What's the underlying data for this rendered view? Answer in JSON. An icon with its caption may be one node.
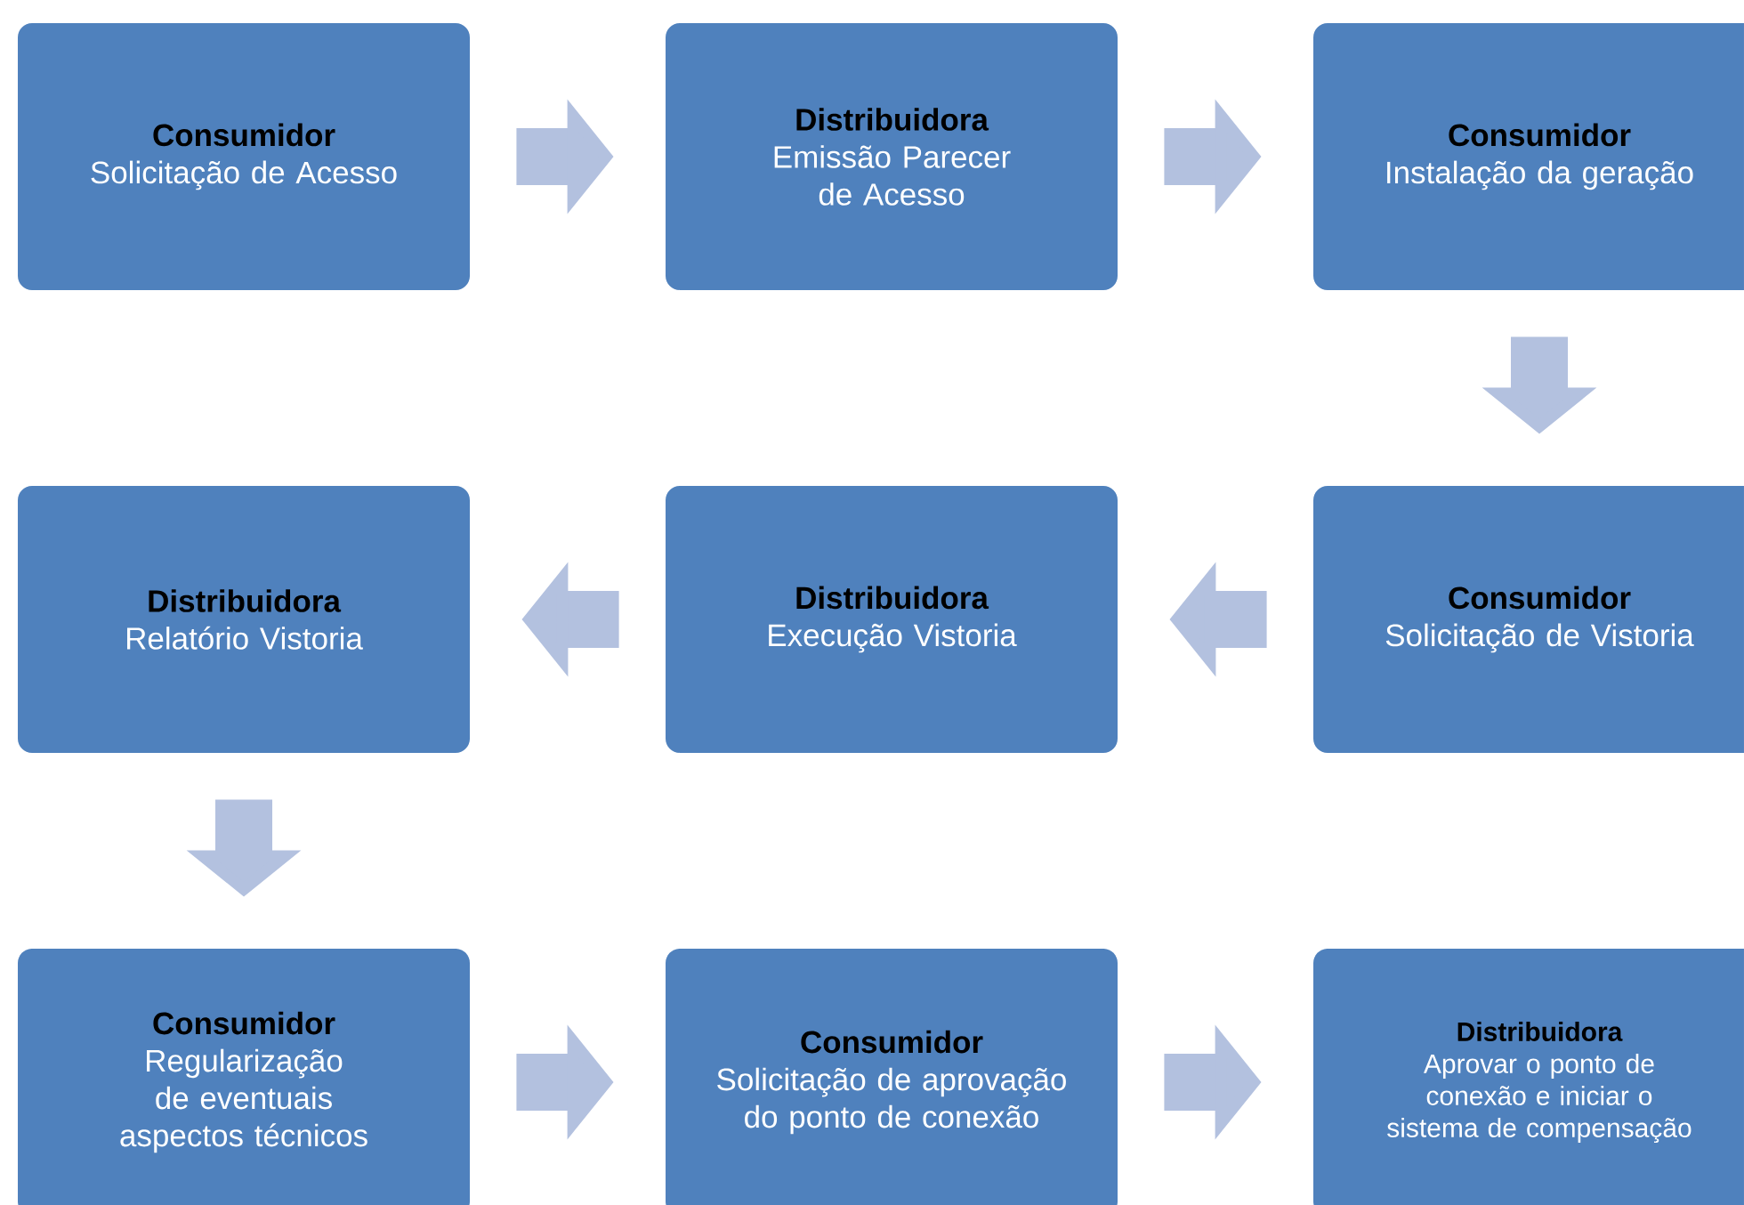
{
  "diagram": {
    "nodes": [
      {
        "text": [
          "Consumidor",
          "Solicitação de Acesso"
        ]
      },
      {
        "text": [
          "Distribuidora",
          "Emissão Parecer de Acesso"
        ]
      },
      {
        "text": [
          "Consumidor",
          "Instalação da geração"
        ]
      },
      {
        "text": [
          "Consumidor",
          "Solicitação de Vistoria"
        ]
      },
      {
        "text": [
          "Distribuidora",
          "Execução Vistoria"
        ]
      },
      {
        "text": [
          "Distribuidora",
          "Relatório Vistoria"
        ]
      },
      {
        "text": [
          "Consumidor",
          "Regularização de eventuais aspectos técnicos"
        ]
      },
      {
        "text": [
          "Consumidor",
          "Solicitação de aprovação do ponto de conexão"
        ]
      },
      {
        "text": [
          "Distribuidora",
          "Aprovar o ponto de conexão e iniciar o sistema de compensação"
        ]
      }
    ],
    "edges": [
      {
        "from": 0,
        "to": 1,
        "arrow": "to"
      },
      {
        "from": 1,
        "to": 2,
        "arrow": "to"
      },
      {
        "from": 2,
        "to": 3,
        "arrow": "to"
      },
      {
        "from": 3,
        "to": 4,
        "arrow": "to"
      },
      {
        "from": 4,
        "to": 5,
        "arrow": "to"
      },
      {
        "from": 5,
        "to": 6,
        "arrow": "to"
      },
      {
        "from": 6,
        "to": 7,
        "arrow": "to"
      },
      {
        "from": 7,
        "to": 8,
        "arrow": "to"
      }
    ]
  }
}
